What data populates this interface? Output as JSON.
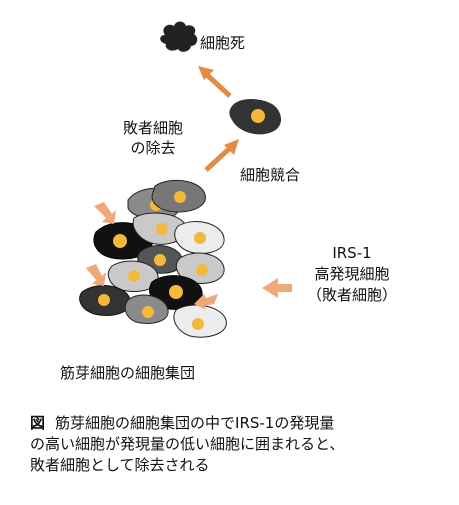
{
  "labels": {
    "cell_death": "細胞死",
    "loser_elimination_line1": "敗者細胞",
    "loser_elimination_line2": "の除去",
    "cell_competition": "細胞競合",
    "irs1_line1": "IRS-1",
    "irs1_line2": "高発現細胞",
    "irs1_line3": "（敗者細胞）",
    "cluster": "筋芽細胞の細胞集団"
  },
  "caption": {
    "tag": "図",
    "line1": "筋芽細胞の細胞集団の中でIRS-1の発現量",
    "line2": "の高い細胞が発現量の低い細胞に囲まれると、",
    "line3": "敗者細胞として除去される"
  },
  "colors": {
    "arrow": "#e38a45",
    "arrow_light": "#f0a77a",
    "nucleus": "#f4b83a",
    "loser_cell": "#111111",
    "dark_cell": "#555555",
    "mid_cell": "#8a8a8a",
    "light_cell": "#c9c9c9",
    "pale_cell": "#ececec"
  }
}
